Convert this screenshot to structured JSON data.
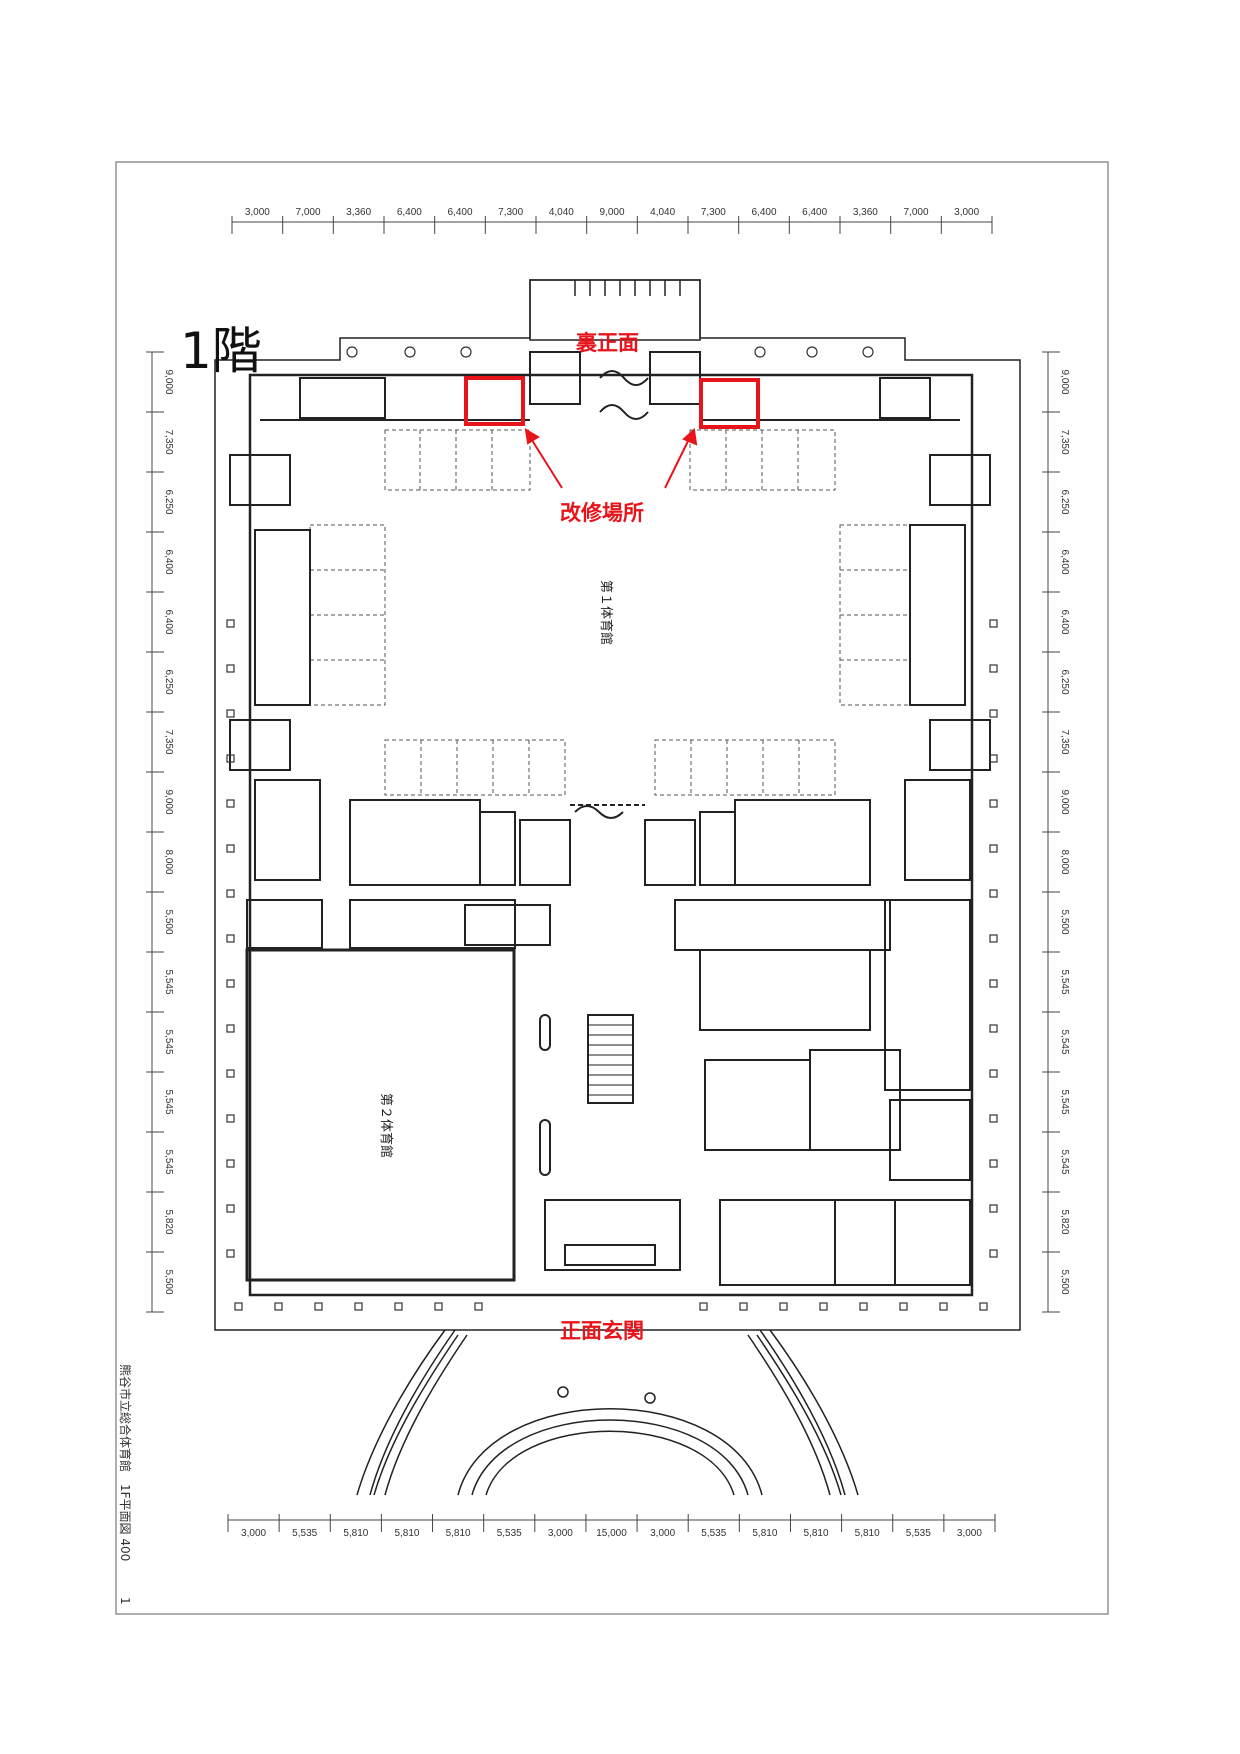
{
  "floor_label": "1階",
  "annotations": {
    "back_facade": "裏正面",
    "renovation_site": "改修場所",
    "front_entrance": "正面玄関"
  },
  "rooms": {
    "gym1": "第１体育館",
    "gym2": "第２体育館"
  },
  "caption": "熊谷市立総合体育館　1F平面図 400",
  "page_number": "1",
  "dimensions": {
    "top": [
      "3,000",
      "7,000",
      "3,360",
      "6,400",
      "6,400",
      "7,300",
      "4,040",
      "9,000",
      "4,040",
      "7,300",
      "6,400",
      "6,400",
      "3,360",
      "7,000",
      "3,000"
    ],
    "bottom": [
      "3,000",
      "5,535",
      "5,810",
      "5,810",
      "5,810",
      "5,535",
      "3,000",
      "15,000",
      "3,000",
      "5,535",
      "5,810",
      "5,810",
      "5,810",
      "5,535",
      "3,000"
    ],
    "left": [
      "9,000",
      "7,350",
      "6,250",
      "6,400",
      "6,400",
      "6,250",
      "7,350",
      "9,000",
      "8,000",
      "5,500",
      "5,545",
      "5,545",
      "5,545",
      "5,545",
      "5,820",
      "5,500"
    ],
    "right": [
      "9,000",
      "7,350",
      "6,250",
      "6,400",
      "6,400",
      "6,250",
      "7,350",
      "9,000",
      "8,000",
      "5,500",
      "5,545",
      "5,545",
      "5,545",
      "5,545",
      "5,820",
      "5,500"
    ]
  },
  "colors": {
    "highlight": "#e8141b",
    "line": "#222222",
    "border": "#555555"
  }
}
